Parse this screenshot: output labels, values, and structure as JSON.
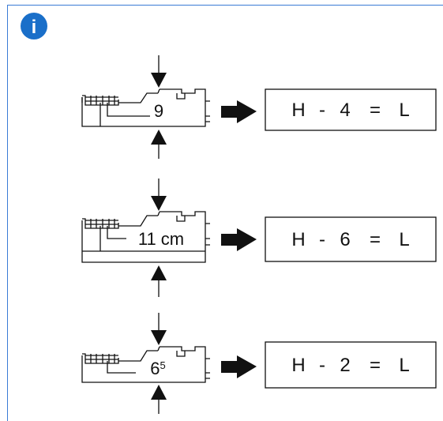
{
  "info_icon": {
    "name": "info-icon",
    "glyph": "i",
    "color": "#1a6fc9"
  },
  "colors": {
    "frame": "#3a7bd5",
    "ink": "#111111"
  },
  "rows": [
    {
      "measure_main": "9",
      "measure_sup": "",
      "formula": {
        "left": "H",
        "op": "-",
        "value": "4",
        "eq": "=",
        "right": "L"
      }
    },
    {
      "measure_main": "11 cm",
      "measure_sup": "",
      "formula": {
        "left": "H",
        "op": "-",
        "value": "6",
        "eq": "=",
        "right": "L"
      }
    },
    {
      "measure_main": "6",
      "measure_sup": "5",
      "formula": {
        "left": "H",
        "op": "-",
        "value": "2",
        "eq": "=",
        "right": "L"
      }
    }
  ]
}
